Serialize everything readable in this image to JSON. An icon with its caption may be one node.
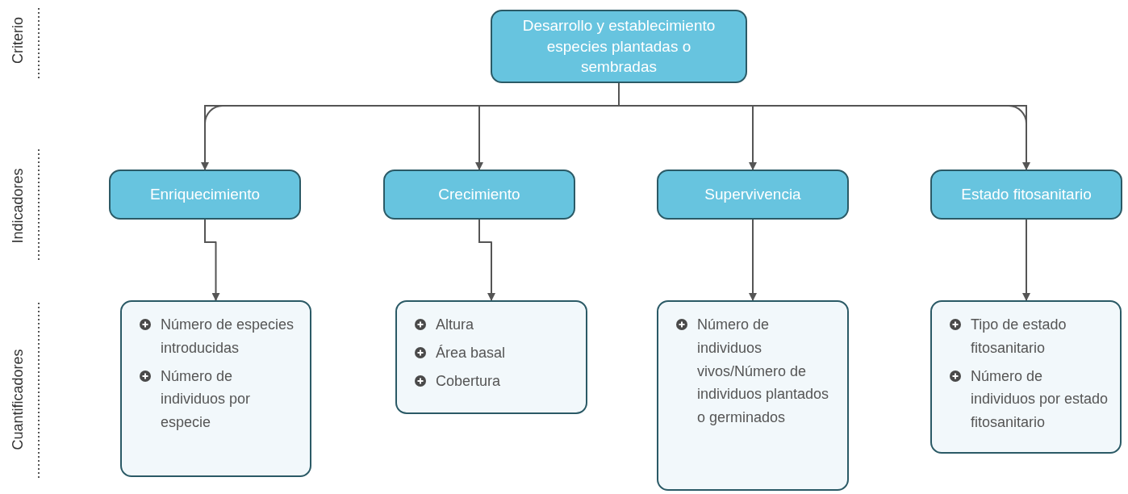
{
  "diagram": {
    "nodes": [
      {
        "text": [
          "Desarrollo y establecimiento especies plantadas o sembradas"
        ]
      },
      {
        "text": [
          "Enriquecimiento"
        ]
      },
      {
        "text": [
          "Crecimiento"
        ]
      },
      {
        "text": [
          "Supervivencia"
        ]
      },
      {
        "text": [
          "Estado fitosanitario"
        ]
      },
      {
        "text": [
          "Número de especies introducidas",
          "Número de individuos por especie"
        ]
      },
      {
        "text": [
          "Altura",
          "Área basal",
          "Cobertura"
        ]
      },
      {
        "text": [
          "Número de individuos vivos/Número de individuos plantados o germinados"
        ]
      },
      {
        "text": [
          "Tipo de estado fitosanitario",
          "Número de individuos por estado fitosanitario"
        ]
      }
    ],
    "edges": [
      {
        "from": 0,
        "to": 1,
        "arrow": "to"
      },
      {
        "from": 0,
        "to": 2,
        "arrow": "to"
      },
      {
        "from": 0,
        "to": 3,
        "arrow": "to"
      },
      {
        "from": 0,
        "to": 4,
        "arrow": "to"
      },
      {
        "from": 1,
        "to": 5,
        "arrow": "to"
      },
      {
        "from": 2,
        "to": 6,
        "arrow": "to"
      },
      {
        "from": 3,
        "to": 7,
        "arrow": "to"
      },
      {
        "from": 4,
        "to": 8,
        "arrow": "to"
      }
    ],
    "labels": [
      "Criterio",
      "Indicadores",
      "Cuantificadores"
    ]
  }
}
